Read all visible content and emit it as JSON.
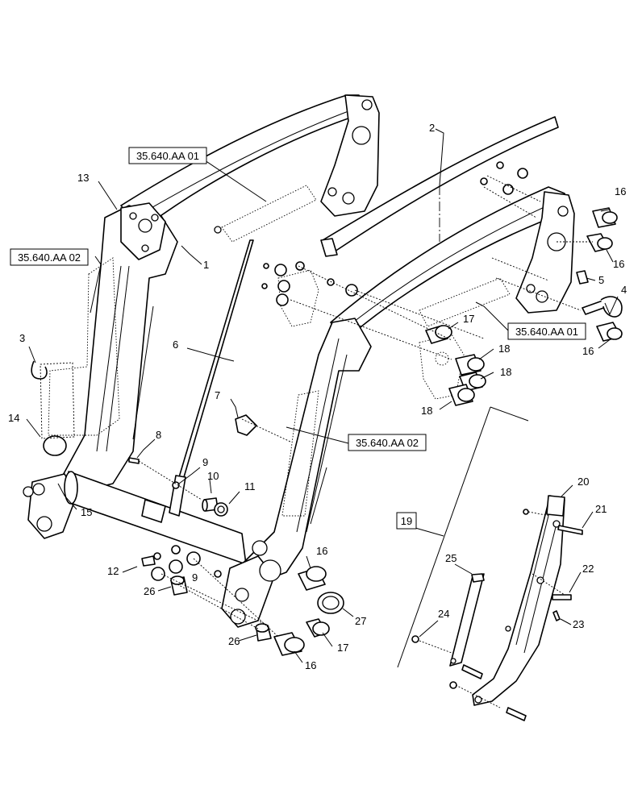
{
  "callouts": {
    "c1": "1",
    "c2": "2",
    "c3": "3",
    "c4": "4",
    "c5": "5",
    "c6": "6",
    "c7": "7",
    "c8": "8",
    "c9": "9",
    "c10": "10",
    "c11": "11",
    "c12": "12",
    "c13": "13",
    "c14": "14",
    "c15": "15",
    "c16": "16",
    "c17": "17",
    "c18": "18",
    "c19": "19",
    "c20": "20",
    "c21": "21",
    "c22": "22",
    "c23": "23",
    "c24": "24",
    "c25": "25",
    "c26": "26",
    "c27": "27"
  },
  "references": {
    "ref_cylinder_left": "35.640.AA 01",
    "ref_cylinder_right": "35.640.AA 01",
    "ref_tube_left": "35.640.AA 02",
    "ref_tube_center": "35.640.AA 02"
  },
  "detail_box_label": "19"
}
